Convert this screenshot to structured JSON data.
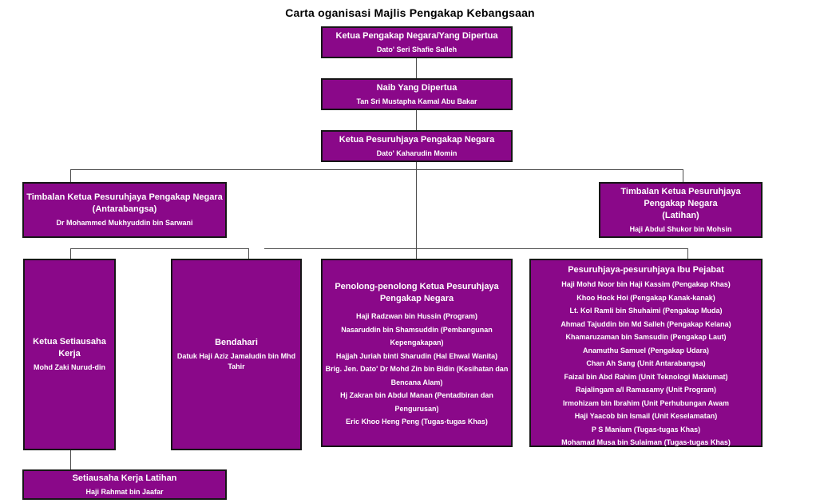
{
  "title": "Carta oganisasi Majlis Pengakap Kebangsaan",
  "colors": {
    "box_fill": "#8A0889",
    "box_border": "#161616",
    "box_text": "#FFFFFF",
    "connector_line": "#4D4D4D",
    "title_text": "#000000",
    "background": "#FFFFFF"
  },
  "boxes": {
    "ketua_pengakap_negara": {
      "title": "Ketua Pengakap Negara/Yang Dipertua",
      "name": "Dato' Seri Shafie Salleh"
    },
    "naib_yang_dipertua": {
      "title": "Naib Yang Dipertua",
      "name": "Tan Sri Mustapha Kamal Abu Bakar"
    },
    "ketua_pesuruhjaya": {
      "title": "Ketua Pesuruhjaya Pengakap Negara",
      "name": "Dato' Kaharudin Momin"
    },
    "timbalan_antarabangsa": {
      "title": "Timbalan Ketua Pesuruhjaya Pengakap Negara",
      "qualifier": "(Antarabangsa)",
      "name": "Dr Mohammed Mukhyuddin bin Sarwani"
    },
    "timbalan_latihan": {
      "title": "Timbalan Ketua Pesuruhjaya Pengakap Negara",
      "qualifier": "(Latihan)",
      "name": "Haji Abdul Shukor bin Mohsin"
    },
    "ketua_setiausaha_kerja": {
      "title": "Ketua Setiausaha Kerja",
      "name": "Mohd Zaki Nurud-din"
    },
    "bendahari": {
      "title": "Bendahari",
      "name": "Datuk Haji Aziz Jamaludin bin Mhd Tahir"
    },
    "penolong": {
      "title": "Penolong-penolong Ketua Pesuruhjaya Pengakap Negara",
      "members": [
        "Haji Radzwan bin Hussin (Program)",
        "Nasaruddin bin Shamsuddin (Pembangunan Kepengakapan)",
        "Hajjah Juriah binti Sharudin (Hal Ehwal Wanita)",
        "Brig. Jen. Dato' Dr Mohd Zin bin Bidin (Kesihatan dan Bencana Alam)",
        "Hj Zakran bin Abdul Manan (Pentadbiran dan Pengurusan)",
        "Eric Khoo Heng Peng (Tugas-tugas Khas)"
      ]
    },
    "ibu_pejabat": {
      "title": "Pesuruhjaya-pesuruhjaya Ibu Pejabat",
      "members": [
        "Haji Mohd Noor bin Haji Kassim (Pengakap Khas)",
        "Khoo Hock Hoi (Pengakap Kanak-kanak)",
        "Lt. Kol Ramli bin Shuhaimi (Pengakap Muda)",
        "Ahmad Tajuddin bin Md Salleh (Pengakap Kelana)",
        "Khamaruzaman bin Samsudin (Pengakap Laut)",
        "Anamuthu Samuel (Pengakap Udara)",
        "Chan Ah Sang (Unit Antarabangsa)",
        "Faizal bin Abd Rahim (Unit Teknologi Maklumat)",
        "Rajalingam a/l Ramasamy (Unit Program)",
        "Irmohizam bin Ibrahim (Unit Perhubungan Awam",
        "Haji Yaacob bin Ismail (Unit Keselamatan)",
        "P S Maniam (Tugas-tugas Khas)",
        "Mohamad Musa bin Sulaiman (Tugas-tugas Khas)"
      ]
    },
    "setiausaha_kerja_latihan": {
      "title": "Setiausaha Kerja Latihan",
      "name": "Haji Rahmat bin Jaafar"
    }
  }
}
